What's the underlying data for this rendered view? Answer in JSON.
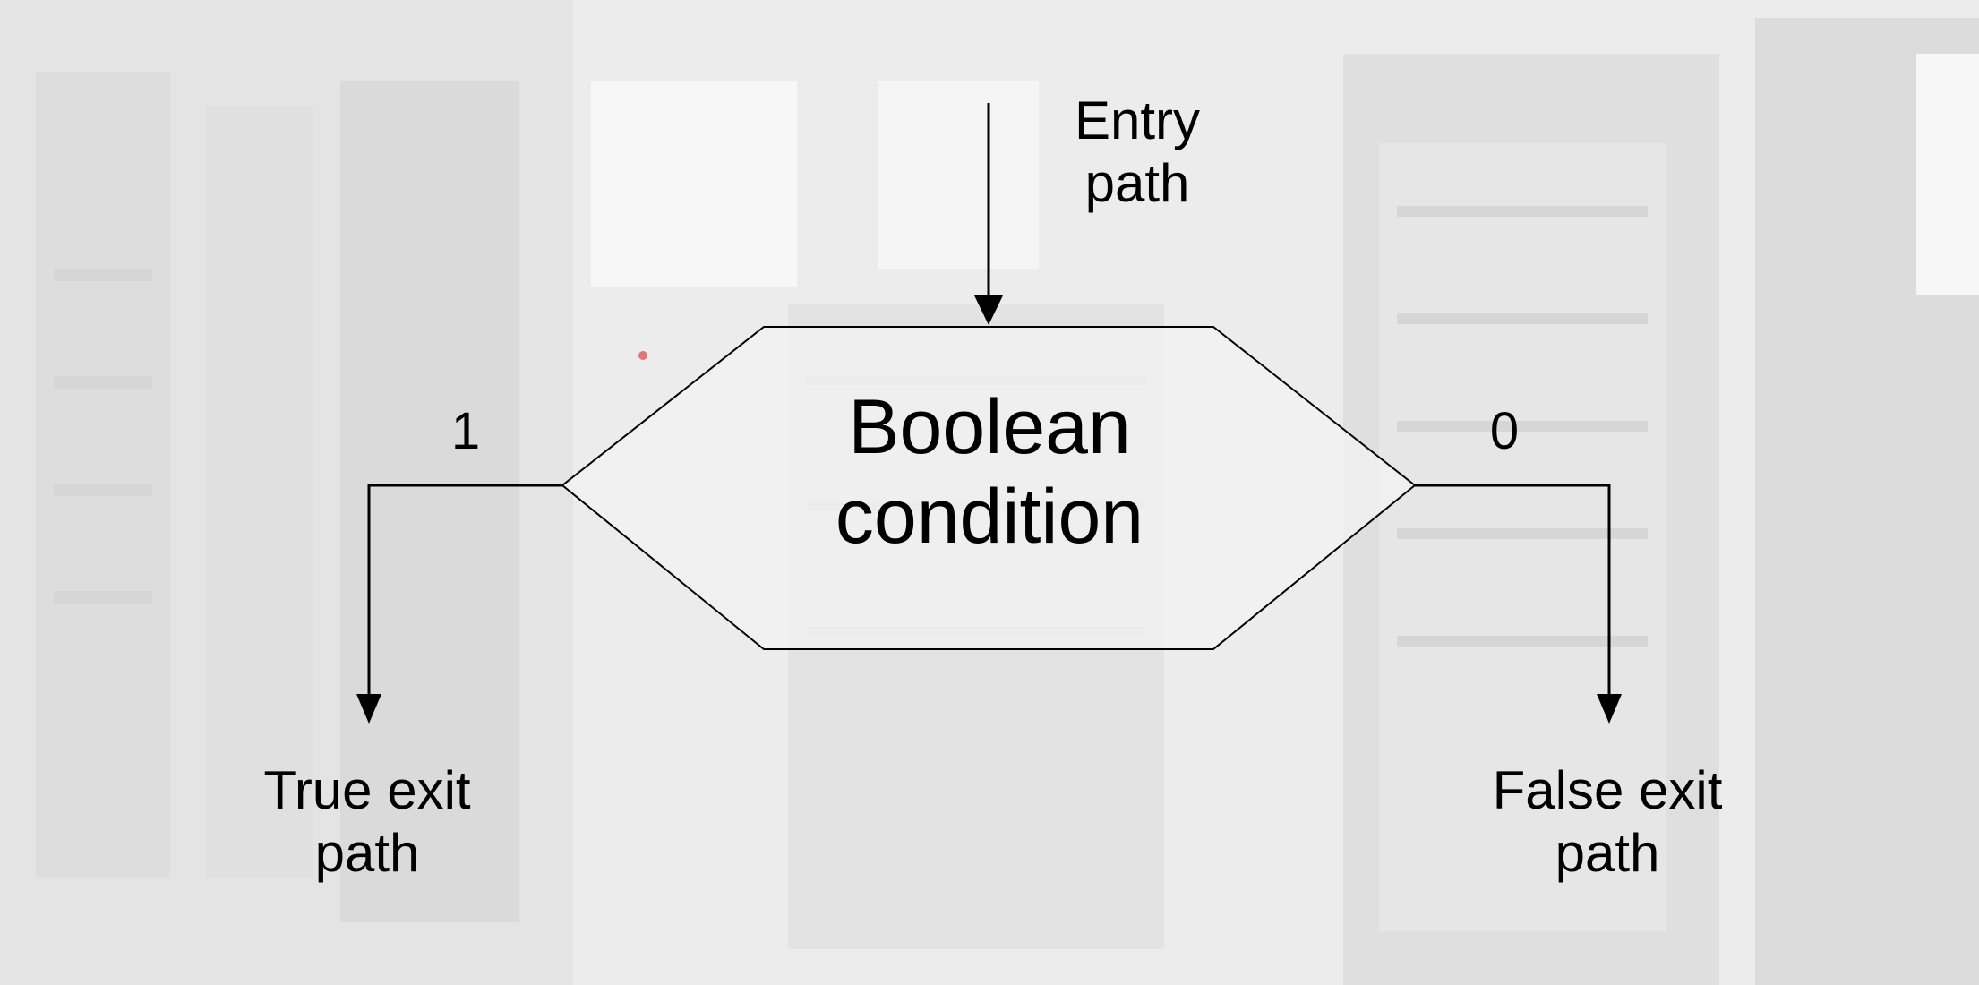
{
  "diagram": {
    "type": "flowchart-decision",
    "entry_label": [
      "Entry",
      "path"
    ],
    "condition_label": [
      "Boolean",
      "condition"
    ],
    "true_value": "1",
    "false_value": "0",
    "true_exit_label": [
      "True exit",
      "path"
    ],
    "false_exit_label": [
      "False exit",
      "path"
    ]
  },
  "colors": {
    "background": "#eeeeee",
    "shape_fill": "#f2f2f2",
    "line": "#000000",
    "text": "#000000"
  }
}
